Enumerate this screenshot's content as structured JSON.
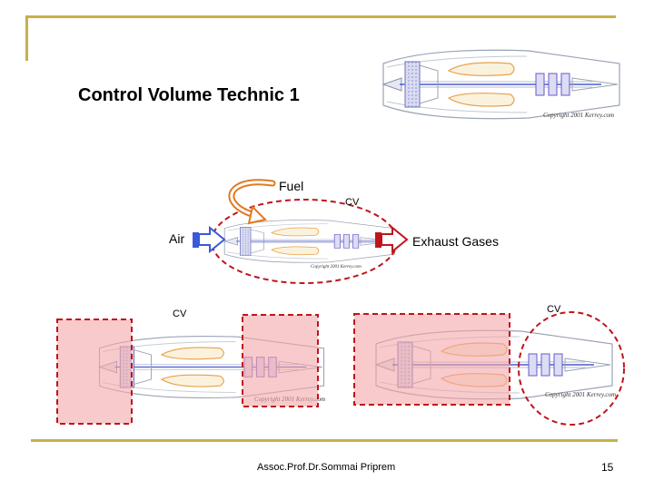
{
  "slide": {
    "title": "Control Volume Technic 1",
    "footer": "Assoc.Prof.Dr.Sommai Priprem",
    "page_number": "15"
  },
  "labels": {
    "fuel": "Fuel",
    "cv": "CV",
    "air": "Air",
    "exhaust": "Exhaust Gases",
    "copyright": "Copyright 2001 Kerrey.com",
    "copyright_small": "Copyright 2001 Kerrey.com"
  },
  "colors": {
    "accent_gold": "#c8b04a",
    "cv_red": "#c0141c",
    "cv_fill": "#f4a6a8",
    "air_arrow": "#3a5ad8",
    "fuel_arrow": "#e07a22"
  }
}
